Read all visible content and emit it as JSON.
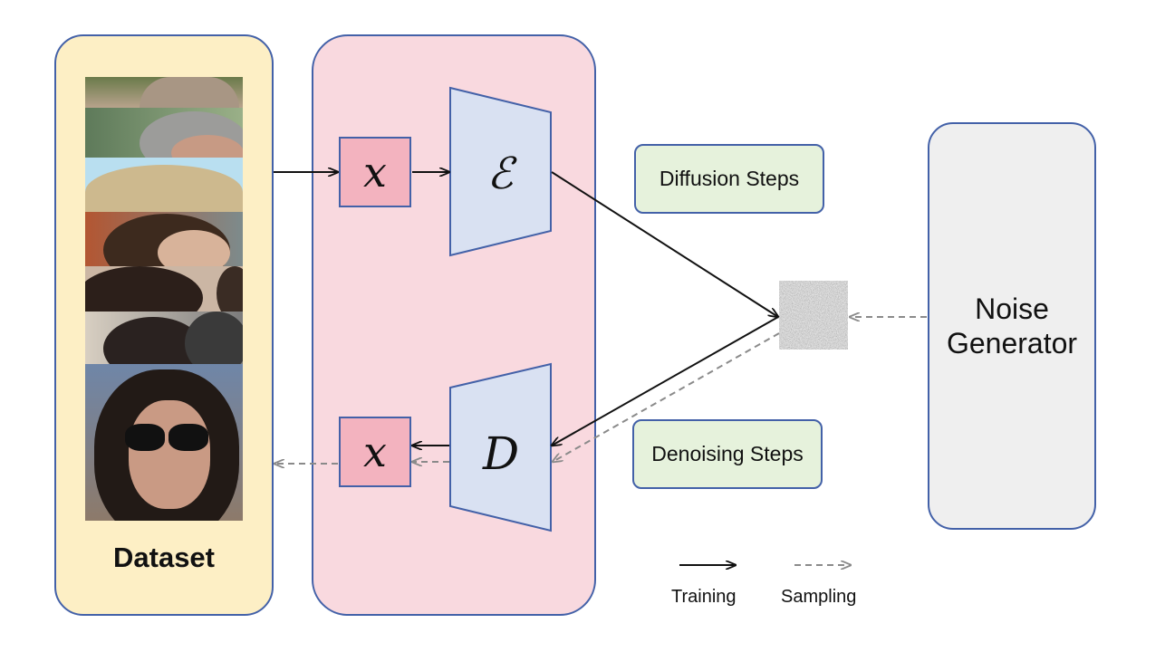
{
  "dataset": {
    "label": "Dataset"
  },
  "encoder": {
    "input_symbol": "x",
    "symbol": "ℰ"
  },
  "decoder": {
    "output_symbol": "x",
    "symbol": "D"
  },
  "steps": {
    "diffusion": "Diffusion Steps",
    "denoising": "Denoising Steps"
  },
  "noise_generator": {
    "label": "Noise Generator"
  },
  "legend": {
    "training": "Training",
    "sampling": "Sampling"
  },
  "colors": {
    "dataset_panel": "#fdefc5",
    "model_panel": "#f9d9df",
    "x_box": "#f3b3bf",
    "trapezoid": "#d9e1f2",
    "step_box": "#e6f2dc",
    "noise_panel": "#efefef",
    "border": "#4361a8"
  }
}
